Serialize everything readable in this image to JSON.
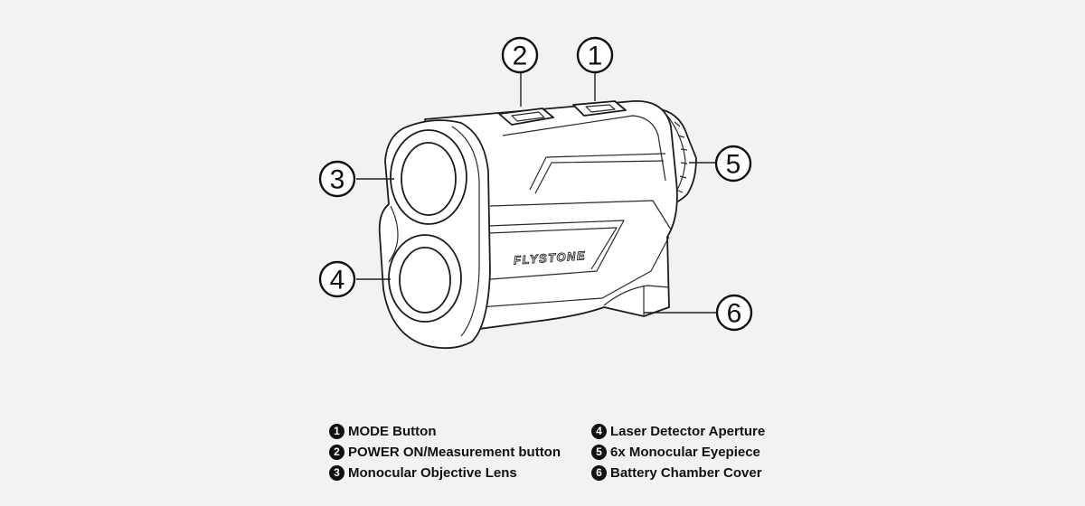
{
  "brand": "FLYSTONE",
  "callouts": [
    {
      "number": "1"
    },
    {
      "number": "2"
    },
    {
      "number": "3"
    },
    {
      "number": "4"
    },
    {
      "number": "5"
    },
    {
      "number": "6"
    }
  ],
  "legend": {
    "items": [
      {
        "number": "1",
        "label": "MODE Button"
      },
      {
        "number": "2",
        "label": "POWER ON/Measurement button"
      },
      {
        "number": "3",
        "label": "Monocular Objective Lens"
      },
      {
        "number": "4",
        "label": "Laser Detector Aperture"
      },
      {
        "number": "5",
        "label": "6x Monocular Eyepiece"
      },
      {
        "number": "6",
        "label": "Battery Chamber Cover"
      }
    ]
  }
}
